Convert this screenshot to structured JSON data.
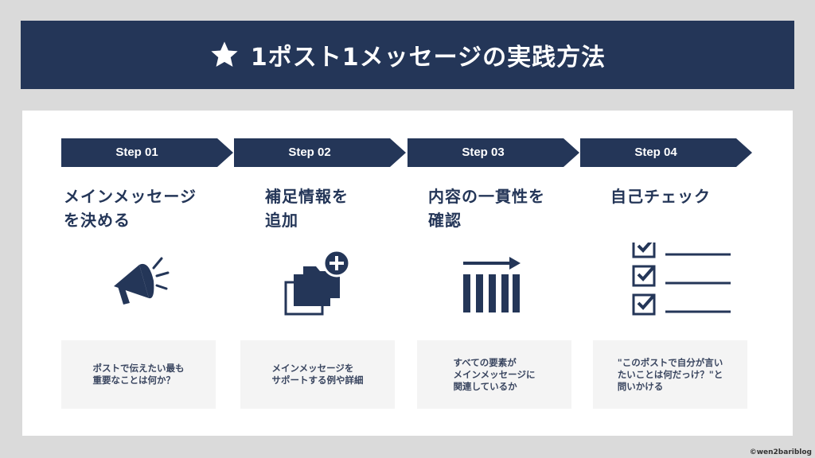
{
  "header": {
    "title": "1ポスト1メッセージの実践方法",
    "icon": "star-icon"
  },
  "colors": {
    "navy": "#243658",
    "background": "#dadada",
    "box": "#f4f4f4"
  },
  "steps": [
    {
      "label": "Step 01",
      "title": "メインメッセージ\nを決める",
      "icon": "megaphone-icon",
      "desc": "ポストで伝えたい最も\n重要なことは何か？"
    },
    {
      "label": "Step 02",
      "title": "補足情報を\n追加",
      "icon": "folders-add-icon",
      "desc": "メインメッセージを\nサポートする例や詳細"
    },
    {
      "label": "Step 03",
      "title": "内容の一貫性を\n確認",
      "icon": "bars-arrow-icon",
      "desc": "すべての要素が\nメインメッセージに\n関連しているか"
    },
    {
      "label": "Step 04",
      "title": "自己チェック",
      "icon": "checklist-icon",
      "desc": "\"このポストで自分が言い\nたいことは何だっけ？\"と\n問いかける"
    }
  ],
  "credit": "©wen2bariblog"
}
